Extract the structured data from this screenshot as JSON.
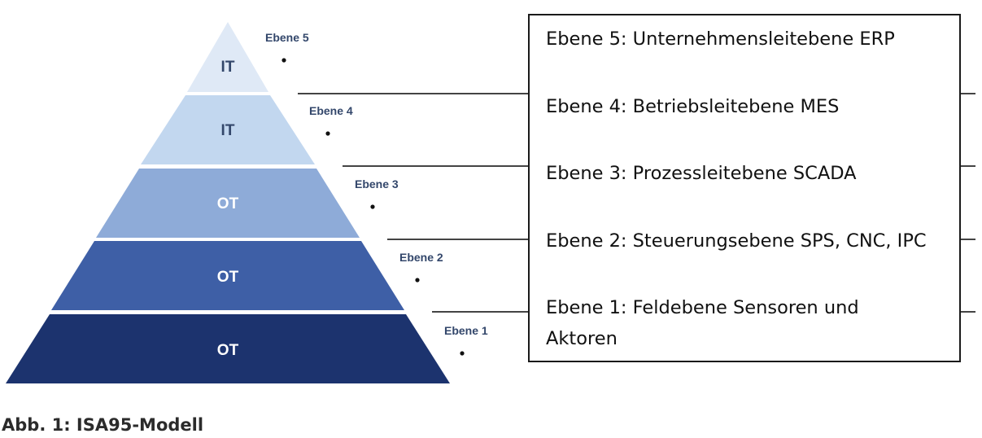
{
  "pyramid": {
    "tiers": [
      {
        "label": "IT",
        "tag": "Ebene 5",
        "fill": "#dfe9f6",
        "text_color": "#33476b"
      },
      {
        "label": "IT",
        "tag": "Ebene 4",
        "fill": "#c2d7ef",
        "text_color": "#33476b"
      },
      {
        "label": "OT",
        "tag": "Ebene 3",
        "fill": "#8eabd8",
        "text_color": "#ffffff"
      },
      {
        "label": "OT",
        "tag": "Ebene 2",
        "fill": "#3e5fa6",
        "text_color": "#ffffff"
      },
      {
        "label": "OT",
        "tag": "Ebene 1",
        "fill": "#1c336e",
        "text_color": "#ffffff"
      }
    ]
  },
  "legend": {
    "items": [
      "Ebene 5: Unternehmensleitebene ERP",
      "Ebene 4: Betriebsleitebene MES",
      "Ebene 3: Prozessleitebene SCADA",
      "Ebene 2: Steuerungsebene SPS, CNC, IPC",
      "Ebene 1: Feldebene Sensoren und Aktoren"
    ]
  },
  "caption": "Abb. 1: ISA95-Modell"
}
